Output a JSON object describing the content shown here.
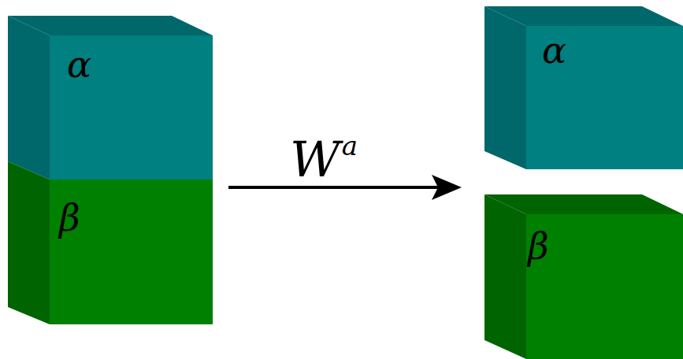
{
  "diagram": {
    "nodes": [
      {
        "text": [
          "α"
        ]
      },
      {
        "text": [
          "β"
        ]
      },
      {
        "text": [
          "α"
        ]
      },
      {
        "text": [
          "β"
        ]
      }
    ],
    "labels": [
      "W",
      "a"
    ]
  }
}
